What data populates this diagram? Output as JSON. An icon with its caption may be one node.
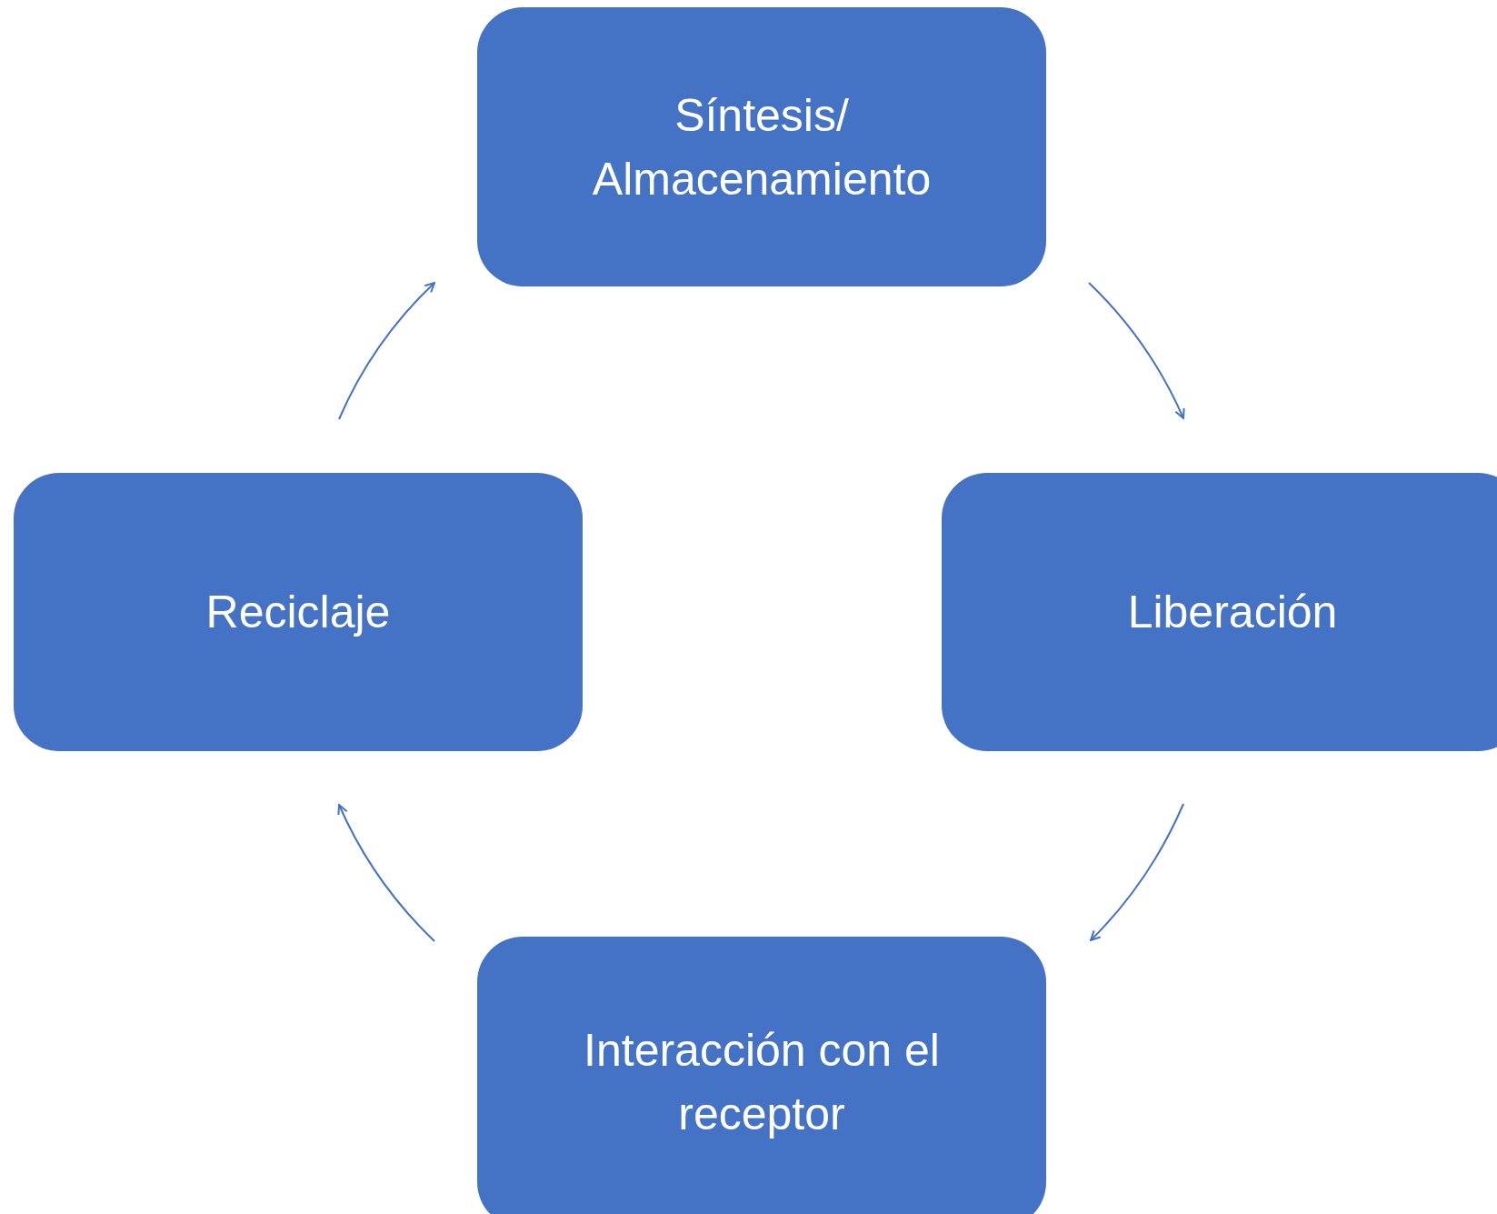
{
  "diagram": {
    "nodes": [
      {
        "text": [
          "Síntesis/ Almacenamiento"
        ]
      },
      {
        "text": [
          "Liberación"
        ]
      },
      {
        "text": [
          "Interacción con el receptor"
        ]
      },
      {
        "text": [
          "Reciclaje"
        ]
      }
    ],
    "edges": [
      {
        "from": 0,
        "to": 1,
        "arrow": "to"
      },
      {
        "from": 1,
        "to": 2,
        "arrow": "to"
      },
      {
        "from": 2,
        "to": 3,
        "arrow": "to"
      },
      {
        "from": 3,
        "to": 0,
        "arrow": "to"
      }
    ]
  }
}
